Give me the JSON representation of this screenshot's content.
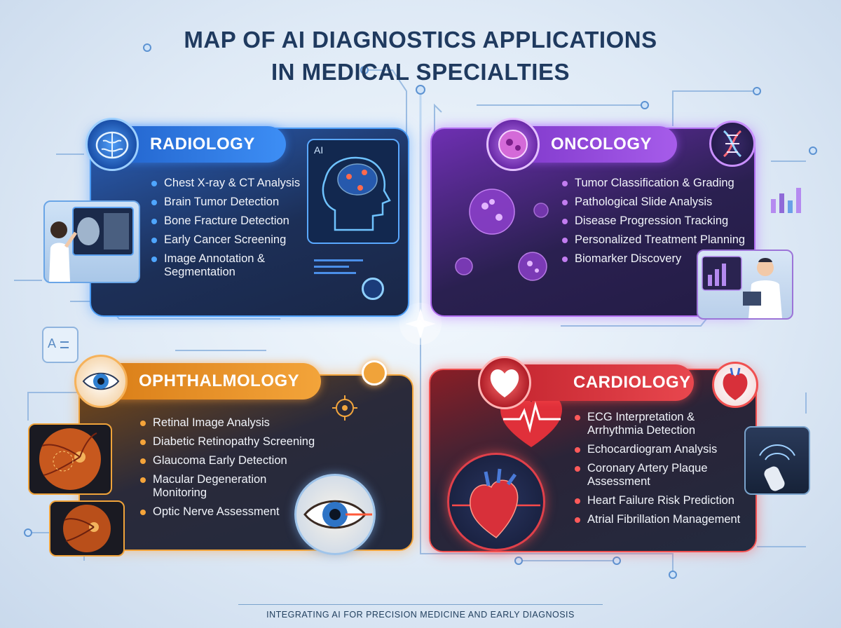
{
  "title": {
    "line1": "MAP OF AI DIAGNOSTICS APPLICATIONS",
    "line2": "IN MEDICAL SPECIALTIES"
  },
  "footer": "INTEGRATING AI FOR PRECISION MEDICINE AND EARLY DIAGNOSIS",
  "colors": {
    "radiology": "#2f79e0",
    "oncology": "#8b3fd0",
    "ophthalmology": "#e8901f",
    "cardiology": "#d83636",
    "panel_dark": "#1f2a45",
    "title": "#1f3a5f"
  },
  "radiology": {
    "title": "RADIOLOGY",
    "icon": "brain-icon",
    "ai_badge": "AI",
    "items": [
      "Chest X-ray & CT Analysis",
      "Brain Tumor Detection",
      "Bone Fracture Detection",
      "Early Cancer Screening",
      "Image Annotation & Segmentation"
    ]
  },
  "oncology": {
    "title": "ONCOLOGY",
    "icon": "cell-icon",
    "badge_icon": "dna-icon",
    "items": [
      "Tumor Classification & Grading",
      "Pathological Slide Analysis",
      "Disease Progression Tracking",
      "Personalized Treatment Planning",
      "Biomarker Discovery"
    ]
  },
  "ophthalmology": {
    "title": "OPHTHALMOLOGY",
    "icon": "eye-icon",
    "items": [
      "Retinal Image Analysis",
      "Diabetic Retinopathy Screening",
      "Glaucoma Early Detection",
      "Macular Degeneration Monitoring",
      "Optic Nerve Assessment"
    ]
  },
  "cardiology": {
    "title": "CARDIOLOGY",
    "icon": "heart-icon",
    "items": [
      "ECG Interpretation & Arrhythmia Detection",
      "Echocardiogram Analysis",
      "Coronary Artery Plaque Assessment",
      "Heart Failure Risk Prediction",
      "Atrial Fibrillation Management"
    ]
  }
}
